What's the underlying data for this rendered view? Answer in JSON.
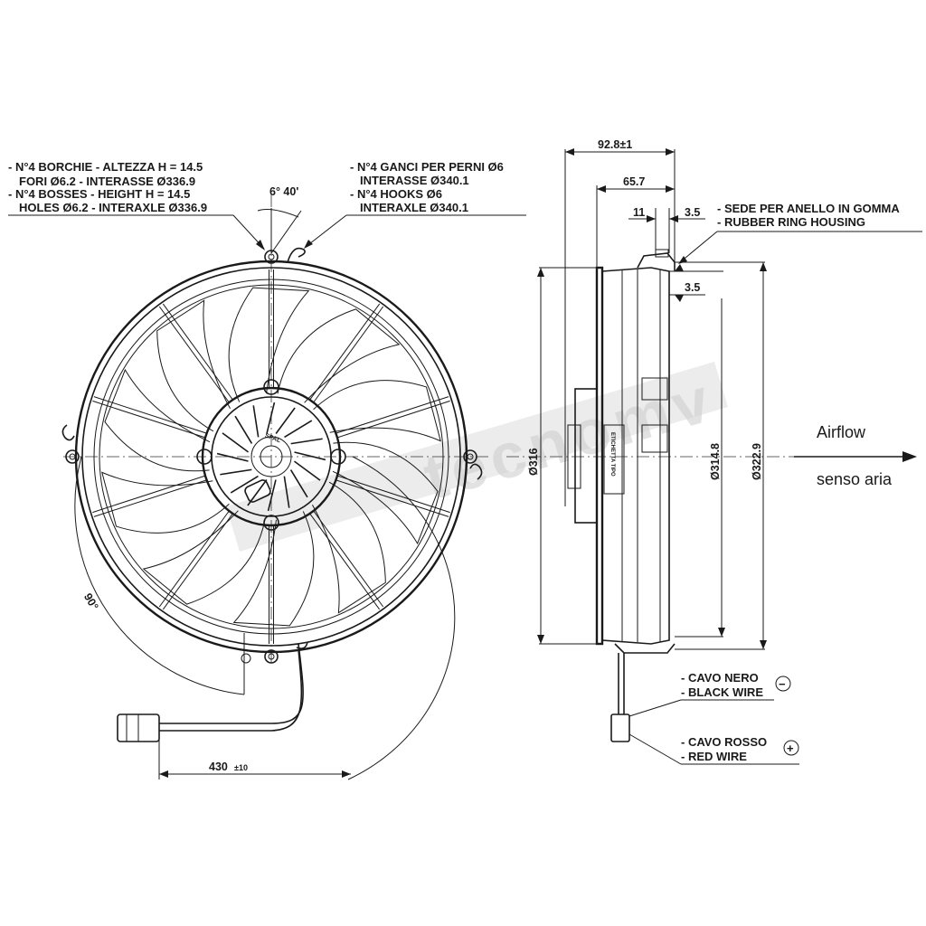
{
  "callouts": {
    "bosses": {
      "line1": "- N°4 BORCHIE - ALTEZZA H = 14.5",
      "line2": "FORI Ø6.2 - INTERASSE Ø336.9",
      "line3": "- N°4 BOSSES - HEIGHT H = 14.5",
      "line4": "HOLES Ø6.2 - INTERAXLE Ø336.9"
    },
    "hooks": {
      "line1": "- N°4 GANCI PER PERNI Ø6",
      "line2": "INTERASSE Ø340.1",
      "line3": "- N°4 HOOKS Ø6",
      "line4": "INTERAXLE Ø340.1"
    },
    "rubber": {
      "line1": "- SEDE PER ANELLO IN GOMMA",
      "line2": "- RUBBER RING HOUSING"
    },
    "black_wire": {
      "line1": "- CAVO NERO",
      "line2": "- BLACK WIRE",
      "symbol": "−"
    },
    "red_wire": {
      "line1": "- CAVO ROSSO",
      "line2": "- RED WIRE",
      "symbol": "+"
    }
  },
  "dimensions": {
    "angle_top": "6° 40'",
    "angle_side": "90°",
    "cable_length": "430",
    "cable_tol": "±10",
    "depth_total": "92.8±1",
    "depth_body": "65.7",
    "d_11": "11",
    "d_35_top": "3.5",
    "d_35_mid": "3.5",
    "d_316": "Ø316",
    "d_3148": "Ø314.8",
    "d_3229": "Ø322.9"
  },
  "airflow": {
    "en": "Airflow",
    "it": "senso aria"
  },
  "label_sticker": "ETICHETTA TIPO",
  "hub_logo": "SPAL",
  "watermark": "tecnomv"
}
